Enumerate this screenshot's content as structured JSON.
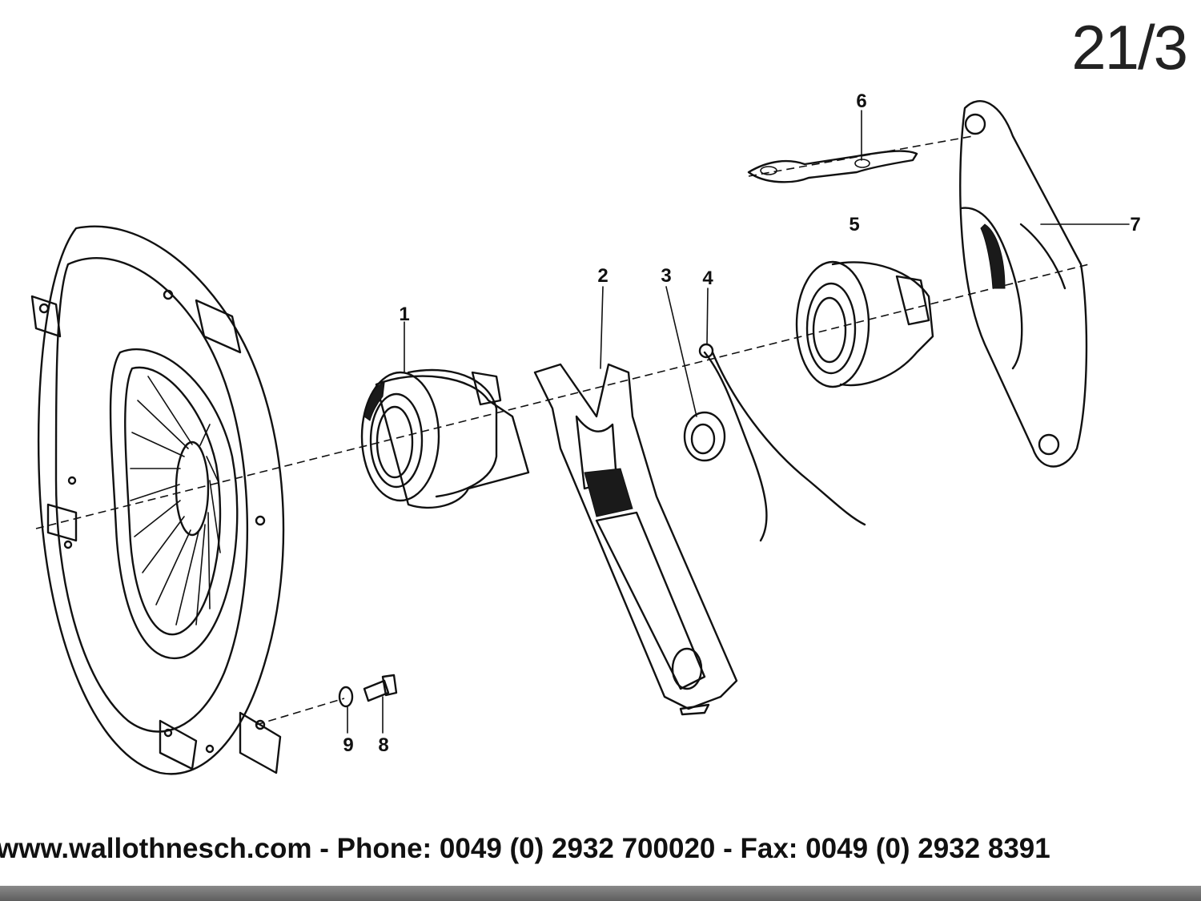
{
  "page_number": "21/3",
  "footer": {
    "contact_line": "www.wallothnesch.com - Phone: 0049 (0) 2932 700020 - Fax: 0049 (0) 2932 8391"
  },
  "callouts": [
    "1",
    "2",
    "3",
    "4",
    "5",
    "6",
    "7",
    "8",
    "9"
  ]
}
